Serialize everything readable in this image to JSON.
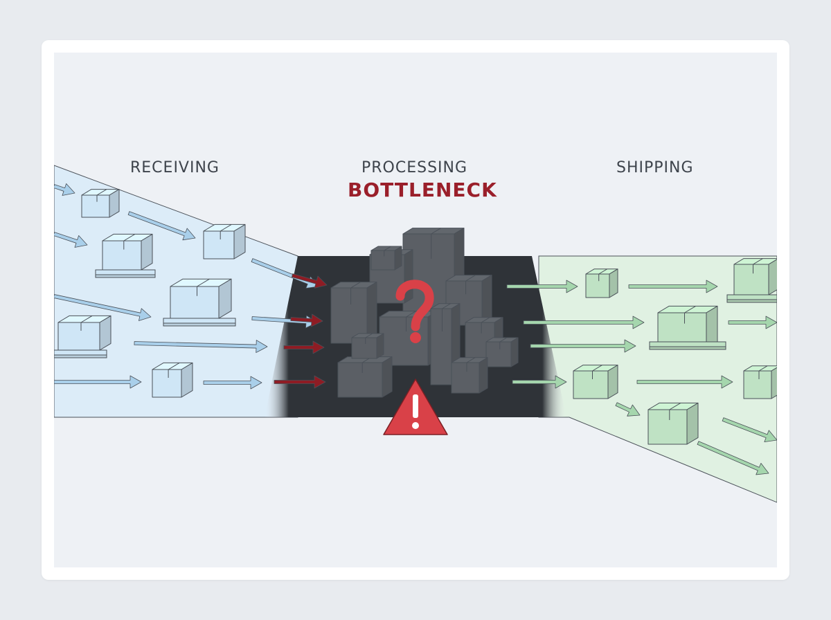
{
  "stages": {
    "receiving": "RECEIVING",
    "processing": "PROCESSING",
    "shipping": "SHIPPING"
  },
  "callout": "BOTTLENECK",
  "colors": {
    "receiving_fill": "#dcecf8",
    "receiving_box": "#cfe6f6",
    "receiving_arrow": "#a9cfea",
    "processing_fill": "#2f3338",
    "processing_box": "#5b5f65",
    "shipping_fill": "#e0f1e2",
    "shipping_box": "#bfe2c4",
    "shipping_arrow": "#a5d6ad",
    "alert": "#d94148",
    "callout_text": "#9a1f2a",
    "outline": "#4a5058"
  },
  "icons": {
    "question": "question-mark-icon",
    "warning": "warning-triangle-icon"
  }
}
